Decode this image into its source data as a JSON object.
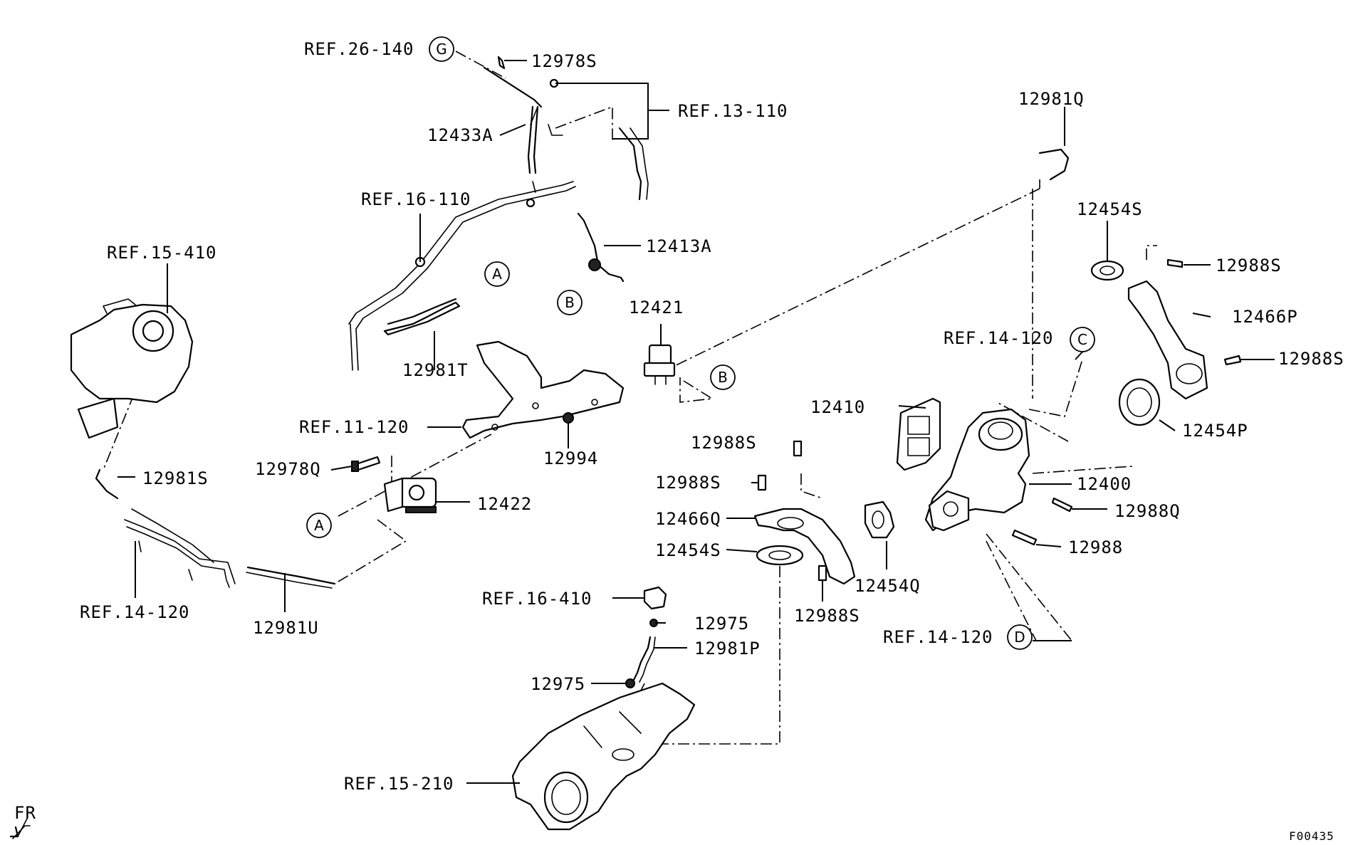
{
  "labels": {
    "ref_26_140": "REF.26-140",
    "p12978S": "12978S",
    "ref_13_110": "REF.13-110",
    "p12433A": "12433A",
    "p12981Q": "12981Q",
    "ref_16_110": "REF.16-110",
    "p12413A": "12413A",
    "ref_15_410": "REF.15-410",
    "p12454S_top": "12454S",
    "p12988S_top": "12988S",
    "p12466P": "12466P",
    "p12421": "12421",
    "p12981T": "12981T",
    "ref_14_120_c": "REF.14-120",
    "p12988S_right": "12988S",
    "ref_11_120": "REF.11-120",
    "p12410": "12410",
    "p12454P": "12454P",
    "p12994": "12994",
    "p12988S_mid": "12988S",
    "p12978Q": "12978Q",
    "p12981S": "12981S",
    "p12400": "12400",
    "p12988S_left": "12988S",
    "p12422": "12422",
    "p12988Q": "12988Q",
    "p12466Q": "12466Q",
    "p12454S_bottom": "12454S",
    "p12988": "12988",
    "ref_14_120_left": "REF.14-120",
    "p12454Q": "12454Q",
    "p12981U": "12981U",
    "ref_16_410": "REF.16-410",
    "p12988S_bottom": "12988S",
    "p12975_top": "12975",
    "ref_14_120_d": "REF.14-120",
    "p12981P": "12981P",
    "p12975_bottom": "12975",
    "ref_15_210": "REF.15-210",
    "fr": "FR",
    "figure_code": "F00435"
  },
  "callouts": {
    "G": "G",
    "A1": "A",
    "B1": "B",
    "B2": "B",
    "C": "C",
    "A2": "A",
    "D": "D"
  },
  "colors": {
    "line": "#000000",
    "background": "#ffffff"
  }
}
